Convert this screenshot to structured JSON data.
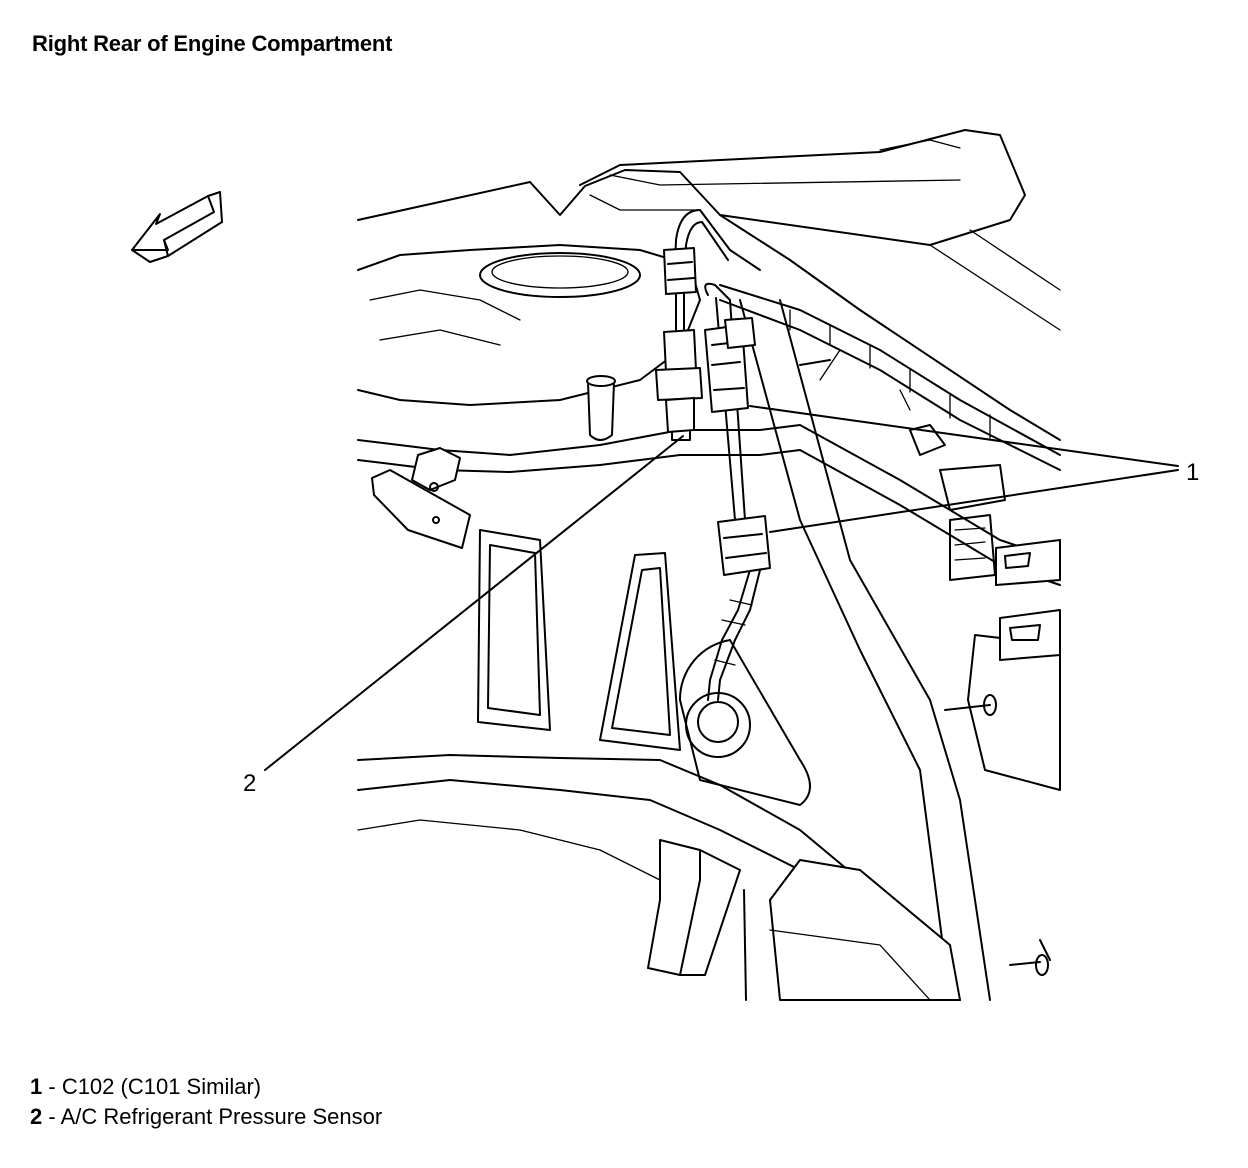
{
  "title": "Right Rear of Engine Compartment",
  "callouts": [
    {
      "id": "1",
      "label": "1"
    },
    {
      "id": "2",
      "label": "2"
    }
  ],
  "legend": [
    {
      "num": "1",
      "sep": " - ",
      "text": "C102 (C101 Similar)"
    },
    {
      "num": "2",
      "sep": " - ",
      "text": "A/C Refrigerant Pressure Sensor"
    }
  ],
  "icons": [
    "front-direction-arrow-icon"
  ]
}
